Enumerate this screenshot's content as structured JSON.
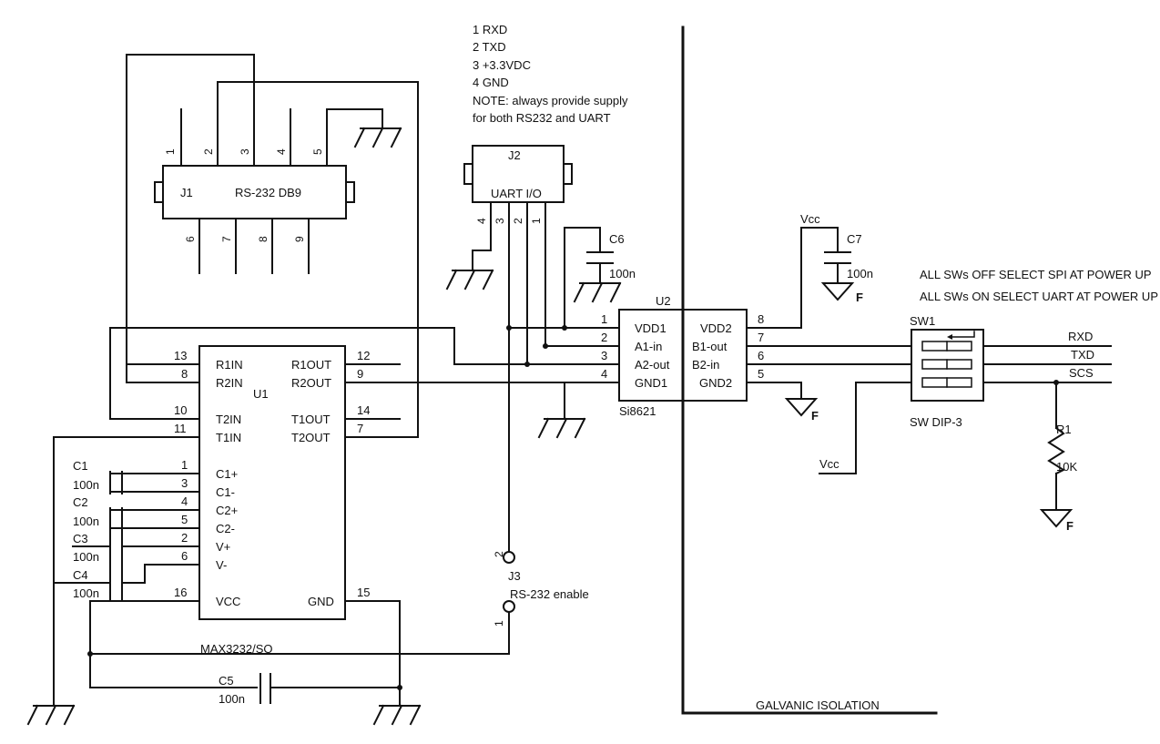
{
  "notes": {
    "j2_pins": [
      "1 RXD",
      "2 TXD",
      "3 +3.3VDC",
      "4 GND",
      "NOTE: always provide supply",
      "for both RS232 and UART"
    ],
    "sw_mode": [
      "ALL SWs OFF SELECT SPI AT POWER UP",
      "ALL SWs ON SELECT UART AT POWER UP"
    ],
    "isolation": "GALVANIC ISOLATION"
  },
  "j1": {
    "ref": "J1",
    "name": "RS-232 DB9",
    "top_pins": [
      "1",
      "2",
      "3",
      "4",
      "5"
    ],
    "bottom_pins": [
      "6",
      "7",
      "8",
      "9"
    ]
  },
  "j2": {
    "ref": "J2",
    "name": "UART I/O",
    "pins": [
      "4",
      "3",
      "2",
      "1"
    ]
  },
  "u1": {
    "ref": "U1",
    "part": "MAX3232/SO",
    "left_pins": [
      {
        "num": "13",
        "name": "R1IN"
      },
      {
        "num": "8",
        "name": "R2IN"
      },
      {
        "num": "10",
        "name": "T2IN"
      },
      {
        "num": "11",
        "name": "T1IN"
      },
      {
        "num": "1",
        "name": "C1+"
      },
      {
        "num": "3",
        "name": "C1-"
      },
      {
        "num": "4",
        "name": "C2+"
      },
      {
        "num": "5",
        "name": "C2-"
      },
      {
        "num": "2",
        "name": "V+"
      },
      {
        "num": "6",
        "name": "V-"
      },
      {
        "num": "16",
        "name": "VCC"
      }
    ],
    "right_pins": [
      {
        "num": "12",
        "name": "R1OUT"
      },
      {
        "num": "9",
        "name": "R2OUT"
      },
      {
        "num": "14",
        "name": "T1OUT"
      },
      {
        "num": "7",
        "name": "T2OUT"
      },
      {
        "num": "15",
        "name": "GND"
      }
    ]
  },
  "u2": {
    "ref": "U2",
    "part": "Si8621",
    "left_pins": [
      {
        "num": "1",
        "name": "VDD1"
      },
      {
        "num": "2",
        "name": "A1-in"
      },
      {
        "num": "3",
        "name": "A2-out"
      },
      {
        "num": "4",
        "name": "GND1"
      }
    ],
    "right_pins": [
      {
        "num": "8",
        "name": "VDD2"
      },
      {
        "num": "7",
        "name": "B1-out"
      },
      {
        "num": "6",
        "name": "B2-in"
      },
      {
        "num": "5",
        "name": "GND2"
      }
    ]
  },
  "caps": {
    "c1": {
      "ref": "C1",
      "value": "100n"
    },
    "c2": {
      "ref": "C2",
      "value": "100n"
    },
    "c3": {
      "ref": "C3",
      "value": "100n"
    },
    "c4": {
      "ref": "C4",
      "value": "100n"
    },
    "c5": {
      "ref": "C5",
      "value": "100n"
    },
    "c6": {
      "ref": "C6",
      "value": "100n"
    },
    "c7": {
      "ref": "C7",
      "value": "100n"
    }
  },
  "j3": {
    "ref": "J3",
    "label": "RS-232 enable",
    "pin1": "1",
    "pin2": "2"
  },
  "sw1": {
    "ref": "SW1",
    "part": "SW DIP-3"
  },
  "r1": {
    "ref": "R1",
    "value": "10K"
  },
  "nets": {
    "rxd": "RXD",
    "txd": "TXD",
    "scs": "SCS",
    "vcc": "Vcc",
    "fgnd": "F"
  }
}
